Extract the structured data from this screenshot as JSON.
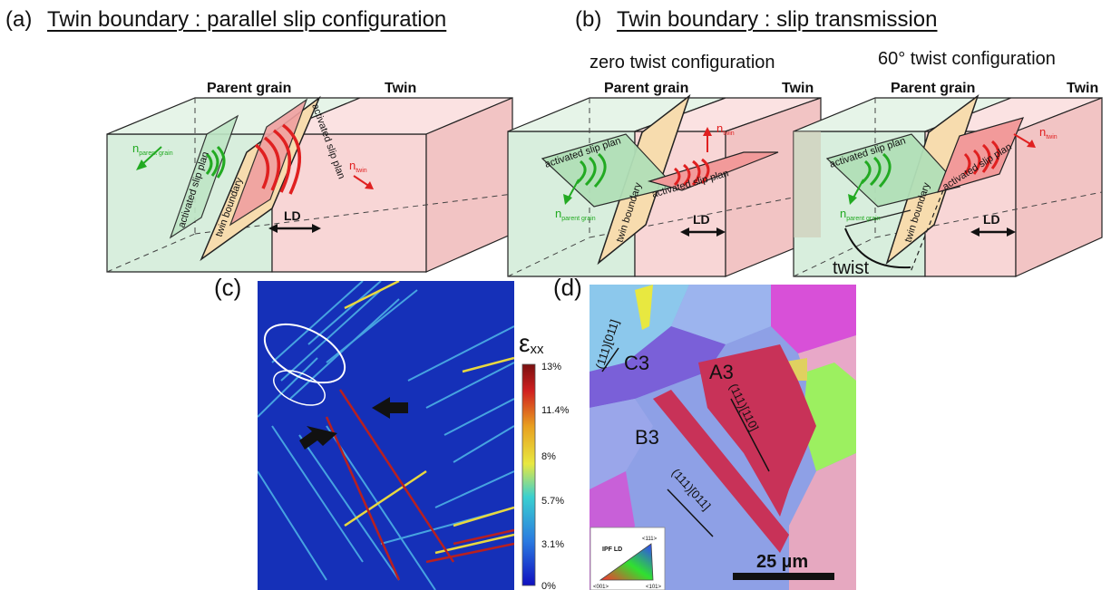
{
  "panel_a": {
    "letter": "(a)",
    "title": "Twin boundary : parallel slip configuration",
    "parent_label": "Parent grain",
    "twin_label": "Twin",
    "slip_left": "activated slip plan",
    "twin_boundary": "twin boundary",
    "slip_right": "activated slip plan",
    "n_parent": "n",
    "n_parent_sub": "parent grain",
    "n_twin": "n",
    "n_twin_sub": "twin",
    "ld": "LD"
  },
  "panel_b": {
    "letter": "(b)",
    "title": "Twin boundary : slip transmission",
    "config_zero": "zero twist configuration",
    "config_60": "60° twist configuration",
    "parent_label": "Parent grain",
    "twin_label": "Twin",
    "slip_parent": "activated slip plan",
    "slip_twin": "activated slip plan",
    "twin_boundary": "twin boundary",
    "n_parent": "n",
    "n_parent_sub": "parent grain",
    "n_twin": "n",
    "n_twin_sub": "twin",
    "ld": "LD",
    "twist": "twist"
  },
  "panel_c": {
    "letter": "(c)",
    "colorbar_symbol": "ε",
    "colorbar_sub": "xx",
    "colorbar_ticks": [
      "13%",
      "11.4%",
      "8%",
      "5.7%",
      "3.1%",
      "0%"
    ]
  },
  "panel_d": {
    "letter": "(d)",
    "grain_a": "A3",
    "grain_b": "B3",
    "grain_c": "C3",
    "plane_c": "(111)[011]",
    "plane_a": "(111)[110]",
    "plane_b": "(111)[011]",
    "scale_bar": "25 µm",
    "ipf_title": "IPF LD",
    "ipf_111": "<111>",
    "ipf_001": "<001>",
    "ipf_101": "<101>"
  },
  "colors": {
    "parent_green": "#d8eedd",
    "twin_pink": "#f8d6d6",
    "boundary_orange": "#f7dcae",
    "slip_green": "#22aa22",
    "slip_red": "#e02020",
    "strain_blue": "#1530b8",
    "grain_red": "#c83258",
    "grain_blue": "#8ea0e6",
    "grain_pink": "#d090c8"
  }
}
